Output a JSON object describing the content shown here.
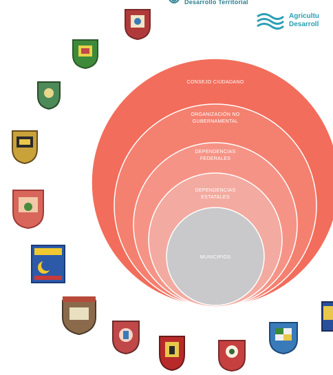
{
  "header": {
    "left_text": "Desarrollo Territorial",
    "right_line1": "Agricultu",
    "right_line2": "Desarroll"
  },
  "diagram": {
    "layers": [
      {
        "label_lines": [
          "CONSEJO CIUDADANO"
        ],
        "color": "#f26d5b"
      },
      {
        "label_lines": [
          "ORGANIZACIÓN NO",
          "GUBERNAMENTAL"
        ],
        "color": "#f48070"
      },
      {
        "label_lines": [
          "DEPENDENCIAS",
          "FEDERALES"
        ],
        "color": "#f59486"
      },
      {
        "label_lines": [
          "DEPENDENCIAS",
          "ESTATALES"
        ],
        "color": "#f3aaa0"
      },
      {
        "label_lines": [
          "MUNICIPIOS"
        ],
        "color": "#c9c9cc"
      }
    ]
  },
  "crests": [
    {
      "name": "crest-1",
      "color": "#b03a3a"
    },
    {
      "name": "crest-2",
      "color": "#3f8a3a"
    },
    {
      "name": "crest-3",
      "color": "#4c8a58"
    },
    {
      "name": "crest-4",
      "color": "#c9a23a"
    },
    {
      "name": "crest-5",
      "color": "#d8665a"
    },
    {
      "name": "crest-6",
      "color": "#2d5aa8"
    },
    {
      "name": "crest-7",
      "color": "#8a6a4a"
    },
    {
      "name": "crest-8",
      "color": "#c04848"
    },
    {
      "name": "crest-9",
      "color": "#b82a2a"
    },
    {
      "name": "crest-10",
      "color": "#c64040"
    },
    {
      "name": "crest-11",
      "color": "#3a7ab8"
    },
    {
      "name": "crest-12",
      "color": "#2a4f9a"
    }
  ]
}
